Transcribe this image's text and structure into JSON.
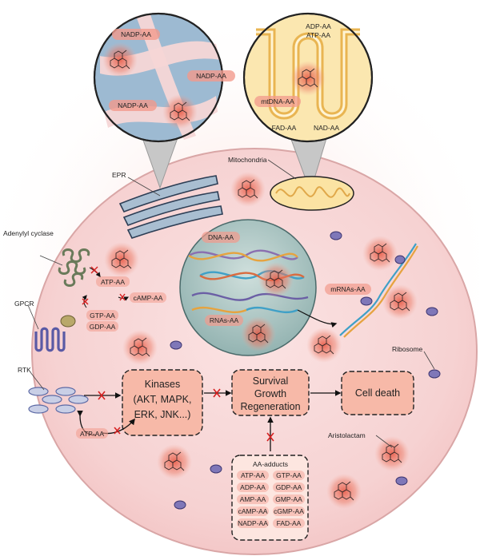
{
  "labels": {
    "nadp_aa_1": "NADP-AA",
    "nadp_aa_2": "NADP-AA",
    "nadp_aa_3": "NADP-AA",
    "adp_aa": "ADP-AA",
    "atp_aa_top": "ATP-AA",
    "mtdna_aa": "mtDNA-AA",
    "fad_aa": "FAD-AA",
    "nad_aa": "NAD-AA",
    "epr": "EPR",
    "mitochondria": "Mitochondria",
    "adenylyl_cyclase": "Adenylyl cyclase",
    "gpcr": "GPCR",
    "rtk": "RTK",
    "atp_aa_ac": "ATP-AA",
    "camp_aa": "cAMP-AA",
    "gtp_aa": "GTP-AA",
    "gdp_aa": "GDP-AA",
    "dna_aa": "DNA-AA",
    "rnas_aa": "RNAs-AA",
    "mrnas_aa": "mRNAs-AA",
    "ribosome": "Ribosome",
    "aristolactam": "Aristolactam",
    "atp_aa_rtk": "ATP-AA"
  },
  "boxes": {
    "kinases": [
      "Kinases",
      "(AKT, MAPK,",
      "ERK, JNK...)"
    ],
    "survival": [
      "Survival",
      "Growth",
      "Regeneration"
    ],
    "cell_death": [
      "Cell death"
    ]
  },
  "adducts": {
    "title": "AA-adducts",
    "left": [
      "ATP-AA",
      "ADP-AA",
      "AMP-AA",
      "cAMP-AA",
      "NADP-AA"
    ],
    "right": [
      "GTP-AA",
      "GDP-AA",
      "GMP-AA",
      "cGMP-AA",
      "FAD-AA"
    ]
  },
  "colors": {
    "cell": "#f7d6d6",
    "nucleus": "#a9c4c2",
    "pill": "#f29a8c",
    "box": "#f7b9a8",
    "inhibit": "#d62020"
  }
}
